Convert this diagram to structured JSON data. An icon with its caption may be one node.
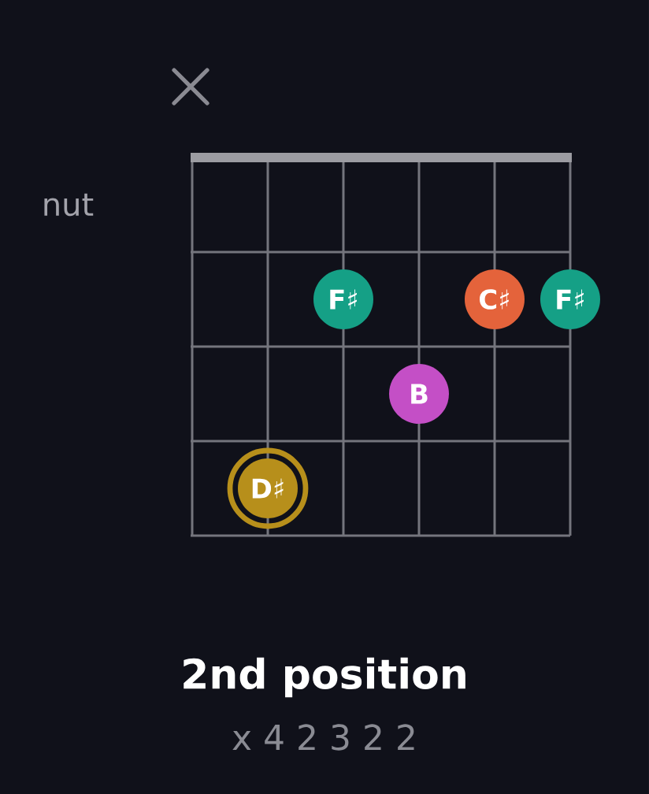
{
  "diagram": {
    "title": "2nd position",
    "nodes": [
      {
        "text": [
          "F♯"
        ]
      },
      {
        "text": [
          "C♯"
        ]
      },
      {
        "text": [
          "F♯"
        ]
      },
      {
        "text": [
          "B"
        ]
      },
      {
        "text": [
          "D♯"
        ]
      }
    ],
    "labels": [
      "nut",
      "x 4 2 3 2 2"
    ]
  }
}
